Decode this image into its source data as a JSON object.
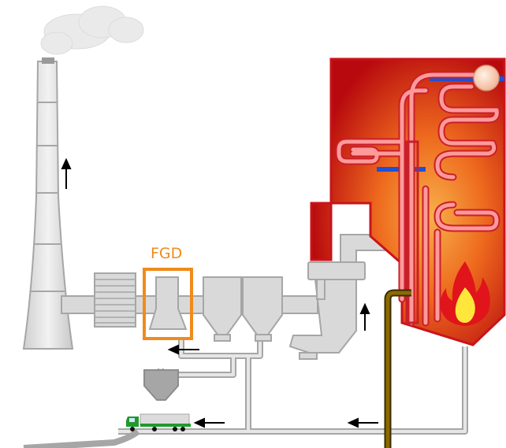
{
  "labels": {
    "fgd": "FGD"
  },
  "colors": {
    "structure_gray": "#d9d9d9",
    "structure_outline": "#a6a6a6",
    "boiler_red": "#e0141a",
    "boiler_glow": "#f6a53a",
    "tube_pink": "#ff8080",
    "water_blue": "#1e50d8",
    "coal_brown": "#6b5200",
    "fgd_orange": "#f08a1c",
    "truck_green": "#1f9a2b",
    "arrow_black": "#000000"
  },
  "icons": [
    "smoke-cloud",
    "flame-icon",
    "truck-icon",
    "steam-drum"
  ]
}
